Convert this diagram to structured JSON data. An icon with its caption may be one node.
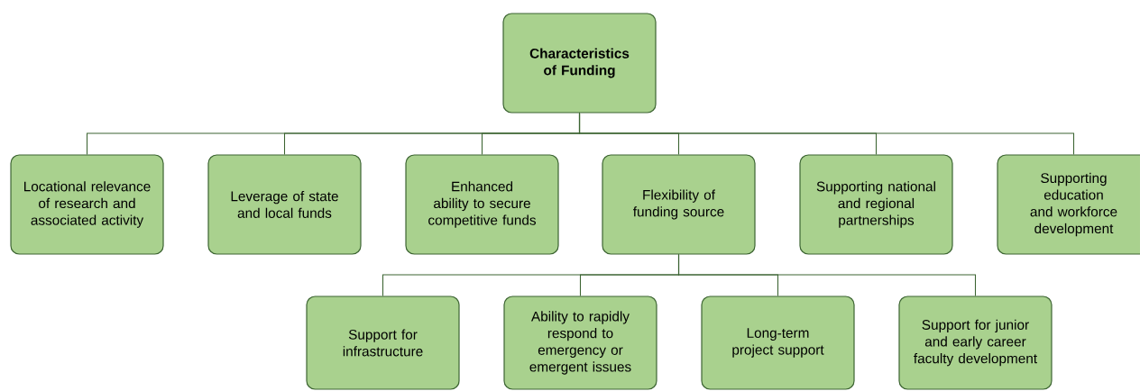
{
  "diagram": {
    "nodes": [
      {
        "text": [
          "Characteristics of Funding"
        ]
      },
      {
        "text": [
          "Locational relevance of research and associated activity"
        ]
      },
      {
        "text": [
          "Leverage of state and local funds"
        ]
      },
      {
        "text": [
          "Enhanced ability to secure competitive funds"
        ]
      },
      {
        "text": [
          "Flexibility of funding source"
        ]
      },
      {
        "text": [
          "Supporting national and regional partnerships"
        ]
      },
      {
        "text": [
          "Supporting education and workforce development"
        ]
      },
      {
        "text": [
          "Support for infrastructure"
        ]
      },
      {
        "text": [
          "Ability to rapidly respond to emergency or emergent issues"
        ]
      },
      {
        "text": [
          "Long-term project support"
        ]
      },
      {
        "text": [
          "Support for junior and early career faculty development"
        ]
      }
    ],
    "edges": [
      {
        "from": 0,
        "to": 1,
        "arrow": "none"
      },
      {
        "from": 0,
        "to": 2,
        "arrow": "none"
      },
      {
        "from": 0,
        "to": 3,
        "arrow": "none"
      },
      {
        "from": 0,
        "to": 4,
        "arrow": "none"
      },
      {
        "from": 0,
        "to": 5,
        "arrow": "none"
      },
      {
        "from": 0,
        "to": 6,
        "arrow": "none"
      },
      {
        "from": 4,
        "to": 7,
        "arrow": "none"
      },
      {
        "from": 4,
        "to": 8,
        "arrow": "none"
      },
      {
        "from": 4,
        "to": 9,
        "arrow": "none"
      },
      {
        "from": 4,
        "to": 10,
        "arrow": "none"
      }
    ]
  }
}
